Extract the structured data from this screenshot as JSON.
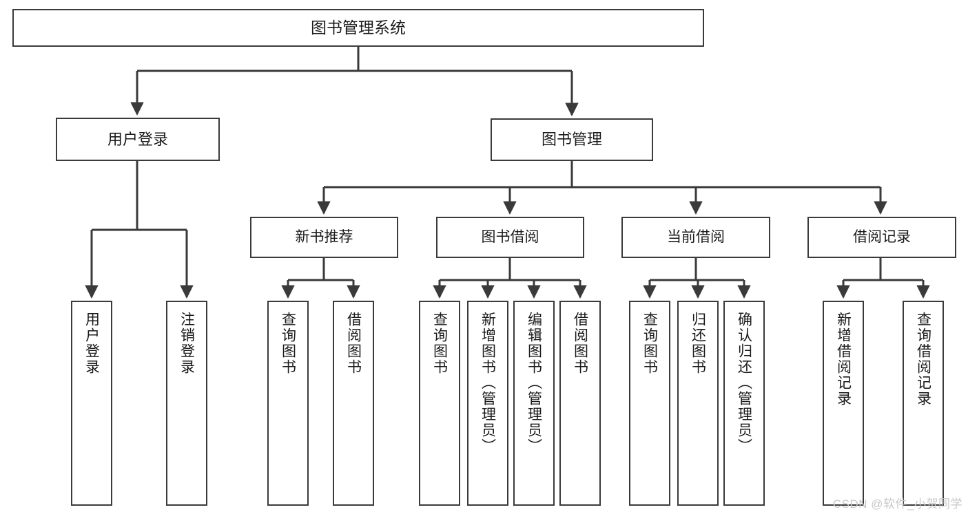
{
  "diagram": {
    "type": "tree",
    "title": "图书管理系统",
    "orientation": "top-down",
    "colors": {
      "box_border": "#3a3a3a",
      "box_fill": "#ffffff",
      "edge": "#3a3a3a",
      "text": "#1a1a1a",
      "watermark": "#c7c7c7"
    },
    "root": {
      "label": "图书管理系统"
    },
    "level2": [
      {
        "label": "用户登录"
      },
      {
        "label": "图书管理"
      }
    ],
    "level3": [
      {
        "label": "新书推荐"
      },
      {
        "label": "图书借阅"
      },
      {
        "label": "当前借阅"
      },
      {
        "label": "借阅记录"
      }
    ],
    "leaves": {
      "user_login": [
        {
          "label": "用户登录"
        },
        {
          "label": "注销登录"
        }
      ],
      "new_book_recommend": [
        {
          "label": "查询图书"
        },
        {
          "label": "借阅图书"
        }
      ],
      "book_borrow": [
        {
          "label": "查询图书"
        },
        {
          "label": "新增图书（管理员）"
        },
        {
          "label": "编辑图书（管理员）"
        },
        {
          "label": "借阅图书"
        }
      ],
      "current_borrow": [
        {
          "label": "查询图书"
        },
        {
          "label": "归还图书"
        },
        {
          "label": "确认归还（管理员）"
        }
      ],
      "borrow_record": [
        {
          "label": "新增借阅记录"
        },
        {
          "label": "查询借阅记录"
        }
      ]
    }
  },
  "watermark": {
    "text": "CSDN @软件_小贺同学"
  }
}
